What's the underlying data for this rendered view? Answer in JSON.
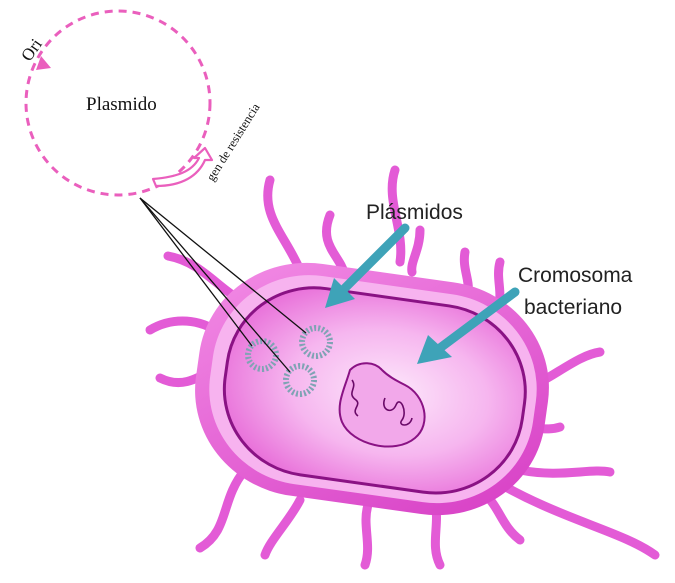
{
  "labels": {
    "ori": "Ori",
    "plasmid_title": "Plasmido",
    "resistance_gene": "gen de resistencia",
    "plasmids": "Plásmidos",
    "chromosome_line1": "Cromosoma",
    "chromosome_line2": "bacteriano"
  },
  "colors": {
    "plasmid_ring": "#ea5fbd",
    "bacteria_outer": "#e64fd2",
    "bacteria_inner": "#f7b8ee",
    "arrow": "#3ea3b8",
    "outline": "#5b0a5a"
  },
  "icons": [
    "ori-arrow-icon",
    "resistance-gene-arrow-icon",
    "chromosome-pointer-arrow-icon",
    "plasmid-pointer-arrow-icon"
  ]
}
